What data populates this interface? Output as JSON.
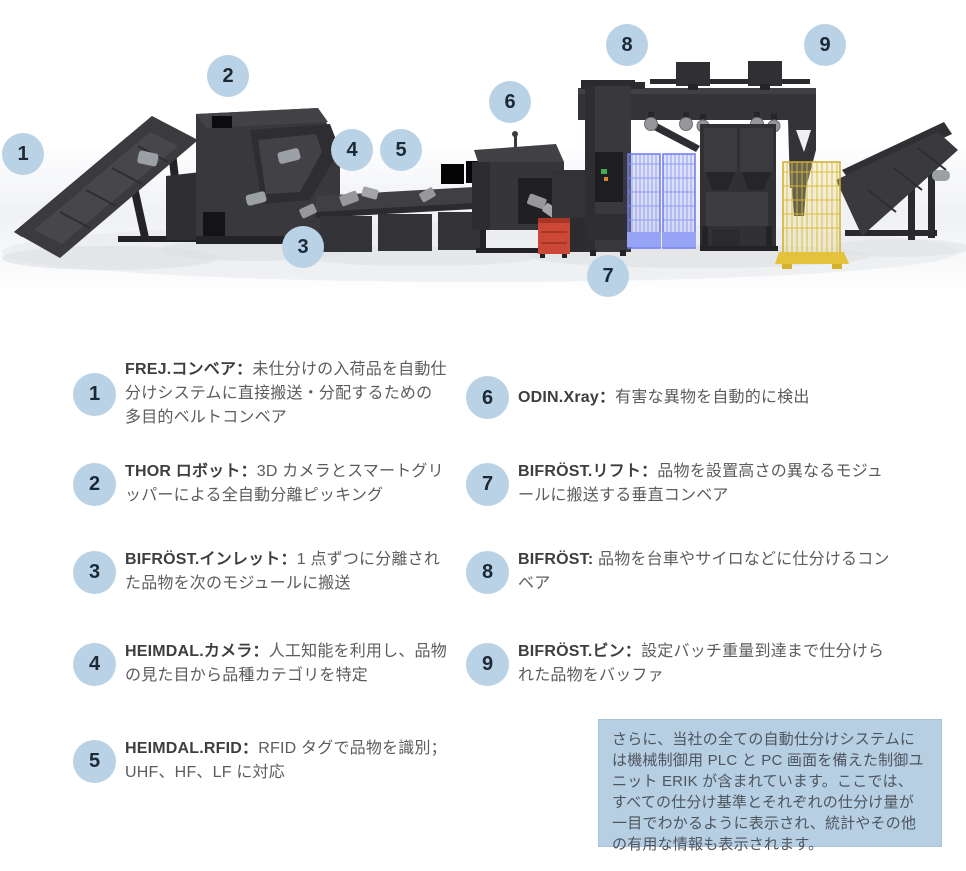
{
  "diagram": {
    "markers": [
      "1",
      "2",
      "3",
      "4",
      "5",
      "6",
      "7",
      "8",
      "9"
    ]
  },
  "legend": {
    "items": [
      {
        "num": "1",
        "title": "FREJ.コンベア：",
        "desc": "未仕分けの入荷品を自動仕分けシステムに直接搬送・分配するための多目的ベルトコンベア"
      },
      {
        "num": "2",
        "title": "THOR ロボット：",
        "desc": "3D カメラとスマートグリッパーによる全自動分離ピッキング"
      },
      {
        "num": "3",
        "title": "BIFRÖST.インレット：",
        "desc": "1 点ずつに分離された品物を次のモジュールに搬送"
      },
      {
        "num": "4",
        "title": "HEIMDAL.カメラ：",
        "desc": "人工知能を利用し、品物の見た目から品種カテゴリを特定"
      },
      {
        "num": "5",
        "title": "HEIMDAL.RFID：",
        "desc": "RFID タグで品物を識別；UHF、HF、LF に対応"
      },
      {
        "num": "6",
        "title": "ODIN.Xray：",
        "desc": "有害な異物を自動的に検出"
      },
      {
        "num": "7",
        "title": "BIFRÖST.リフト：",
        "desc": "品物を設置高さの異なるモジュールに搬送する垂直コンベア"
      },
      {
        "num": "8",
        "title": "BIFRÖST: ",
        "desc": "品物を台車やサイロなどに仕分けるコンベア"
      },
      {
        "num": "9",
        "title": "BIFRÖST.ビン：",
        "desc": "設定バッチ重量到達まで仕分けられた品物をバッファ"
      }
    ]
  },
  "note": {
    "text": "さらに、当社の全ての自動仕分けシステムには機械制御用 PLC と PC 画面を備えた制御ユニット ERIK が含まれています。ここでは、すべての仕分け基準とそれぞれの仕分け量が一目でわかるように表示され、統計やその他の有用な情報も表示されます。"
  },
  "colors": {
    "marker_bg": "#b9d2e5",
    "marker_text": "#1d2935",
    "note_bg": "#b7cfe3",
    "machine_dark": "#39393d",
    "cage_blue": "#7d8cf2",
    "cage_yellow": "#dfbe45",
    "cabinet_red": "#cb4836"
  }
}
